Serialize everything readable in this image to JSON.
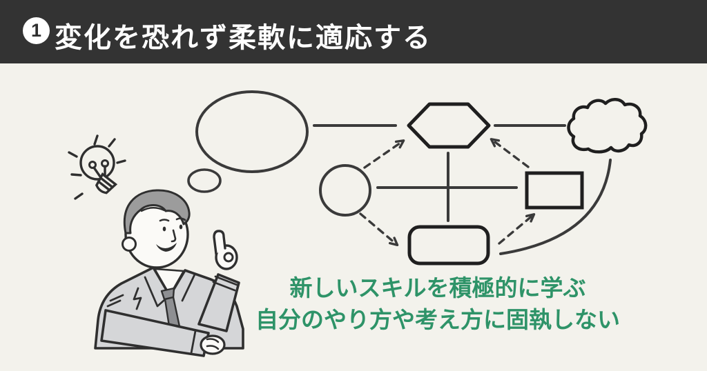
{
  "header": {
    "badge_number": "1",
    "title": "変化を恐れず柔軟に適応する"
  },
  "caption": {
    "line1": "新しいスキルを積極的に学ぶ",
    "line2": "自分のやり方や考え方に固執しない"
  },
  "colors": {
    "header_bg": "#333333",
    "header_text": "#ffffff",
    "background": "#f3f2ec",
    "ink_dark": "#1f1f1f",
    "ink_line": "#3a3a3a",
    "accent_green": "#2e9368",
    "suit_gray": "#d5d6d8",
    "hair_gray": "#9c9c9c",
    "tie_gray": "#8e8f92"
  },
  "illustration": {
    "parts": [
      "lightbulb-icon",
      "thought-bubble-icon",
      "person-pointing-illustration",
      "flowchart-circle-shape",
      "flowchart-hexagon-shape",
      "flowchart-rectangle-shape",
      "flowchart-rounded-rectangle-shape",
      "cloud-shape",
      "dashed-arrows",
      "curved-connector"
    ]
  }
}
